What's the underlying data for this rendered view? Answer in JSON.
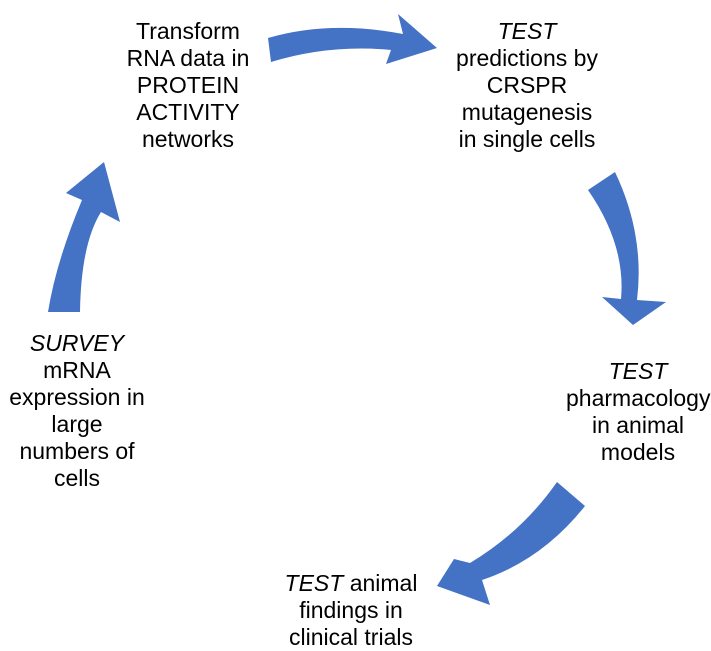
{
  "diagram": {
    "arrow_color": "#4472C4",
    "nodes": {
      "transform": {
        "lines": [
          "Transform",
          "RNA data in",
          "PROTEIN",
          "ACTIVITY",
          "networks"
        ]
      },
      "crispr": {
        "em": "TEST",
        "lines": [
          "predictions by",
          "CRSPR",
          "mutagenesis",
          "in single cells"
        ]
      },
      "pharmacology": {
        "em": "TEST",
        "lines": [
          "pharmacology",
          "in animal",
          "models"
        ]
      },
      "clinical": {
        "em": "TEST",
        "em_rest": " animal",
        "lines": [
          "findings in",
          "clinical trials"
        ]
      },
      "survey": {
        "em": "SURVEY",
        "lines": [
          "mRNA",
          "expression in",
          "large",
          "numbers of",
          "cells"
        ]
      }
    }
  }
}
